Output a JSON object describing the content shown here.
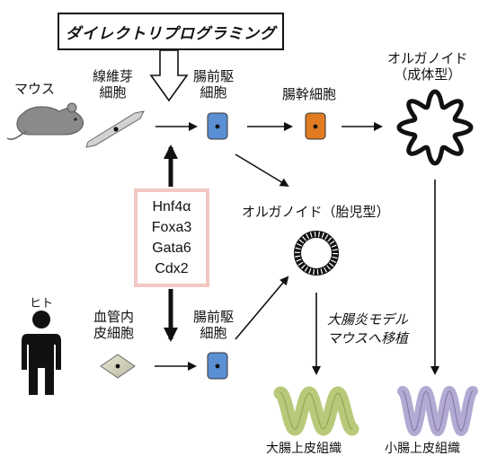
{
  "title": "ダイレクトリプログラミング",
  "mouse": {
    "label": "マウス",
    "fibroblast_label": [
      "線維芽",
      "細胞"
    ],
    "foregut_label": [
      "腸前駆",
      "細胞"
    ],
    "stem_label": "腸幹細胞",
    "adult_organoid_label": [
      "オルガノイド",
      "（成体型）"
    ]
  },
  "factors": [
    "Hnf4α",
    "Foxa3",
    "Gata6",
    "Cdx2"
  ],
  "fetal_organoid_label": "オルガノイド（胎児型）",
  "human": {
    "label": "ヒト",
    "endothelial_label": [
      "血管内",
      "皮細胞"
    ],
    "foregut_label": [
      "腸前駆",
      "細胞"
    ]
  },
  "transplant_note": [
    "大腸炎モデル",
    "マウスへ移植"
  ],
  "tissues": {
    "large_intestine": "大腸上皮組織",
    "small_intestine": "小腸上皮組織"
  },
  "colors": {
    "progenitor_cell": "#5b8fd4",
    "stem_cell": "#e07b22",
    "factor_border": "#f2c7c3",
    "large_tissue": "#b8c97a",
    "small_tissue": "#b3aad3",
    "mouse": "#8a8a8a"
  }
}
